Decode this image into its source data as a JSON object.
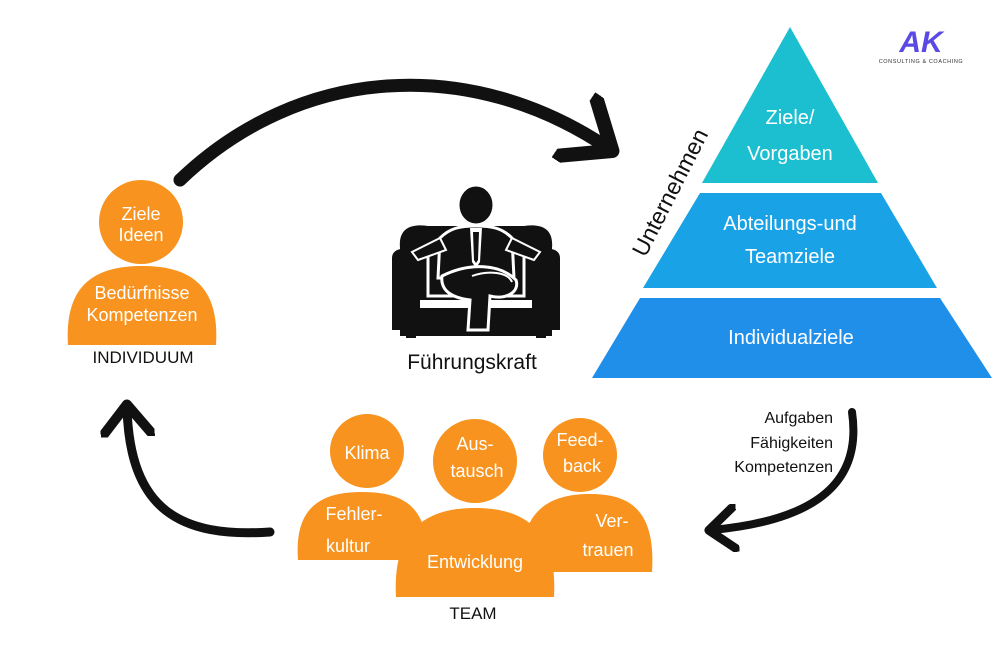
{
  "logo": {
    "letters": "AK",
    "tagline": "CONSULTING & COACHING"
  },
  "individual": {
    "head_lines": [
      "Ziele",
      "Ideen"
    ],
    "body_lines": [
      "Bedürfnisse",
      "Kompetenzen"
    ],
    "caption": "INDIVIDUUM"
  },
  "leader": {
    "caption": "Führungskraft"
  },
  "pyramid": {
    "side_label": "Unternehmen",
    "levels": [
      {
        "lines": [
          "Ziele/",
          "Vorgaben"
        ]
      },
      {
        "lines": [
          "Abteilungs-und",
          "Teamziele"
        ]
      },
      {
        "lines": [
          "Individualziele"
        ]
      }
    ]
  },
  "arrow_label": {
    "lines": [
      "Aufgaben",
      "Fähigkeiten",
      "Kompetenzen"
    ]
  },
  "team": {
    "members": [
      {
        "head_lines": [
          "Klima"
        ],
        "body_lines": [
          "Fehler-",
          "kultur"
        ]
      },
      {
        "head_lines": [
          "Aus-",
          "tausch"
        ],
        "body_lines": [
          "Entwicklung"
        ]
      },
      {
        "head_lines": [
          "Feed-",
          "back"
        ],
        "body_lines": [
          "Ver-",
          "trauen"
        ]
      }
    ],
    "caption": "TEAM"
  },
  "colors": {
    "orange": "#F7931E",
    "pyramid_top": "#1BBFCF",
    "pyramid_middle": "#1AA2E6",
    "pyramid_bottom": "#1F8FEA",
    "arrows": "#111111",
    "text_dark": "#111111",
    "logo_purple": "#5A4AE3"
  }
}
